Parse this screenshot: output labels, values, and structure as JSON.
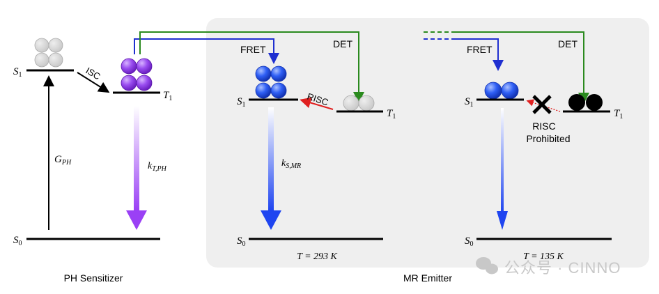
{
  "sensitizer": {
    "title": "PH Sensitizer",
    "s1": "S",
    "s1_sub": "1",
    "t1": "T",
    "t1_sub": "1",
    "s0": "S",
    "s0_sub": "0",
    "excitation": "G",
    "excitation_sub": "PH",
    "isc": "ISC",
    "decay": "k",
    "decay_sub": "T,PH"
  },
  "emitter": {
    "title": "MR Emitter",
    "fret": "FRET",
    "det": "DET",
    "warm": {
      "s1": "S",
      "s1_sub": "1",
      "t1": "T",
      "t1_sub": "1",
      "s0": "S",
      "s0_sub": "0",
      "risc": "RISC",
      "decay": "k",
      "decay_sub": "S,MR",
      "temperature": "T = 293 K"
    },
    "cold": {
      "s1": "S",
      "s1_sub": "1",
      "t1": "T",
      "t1_sub": "1",
      "s0": "S",
      "s0_sub": "0",
      "risc_line1": "RISC",
      "risc_line2": "Prohibited",
      "temperature": "T = 135 K"
    }
  },
  "watermark": "公众号 · CINNO",
  "colors": {
    "panel": "#efefef",
    "fret": "#1f2fd0",
    "det": "#2a8a1e",
    "risc": "#e02020",
    "purple": "#9a4df0",
    "blue": "#2450f0"
  }
}
